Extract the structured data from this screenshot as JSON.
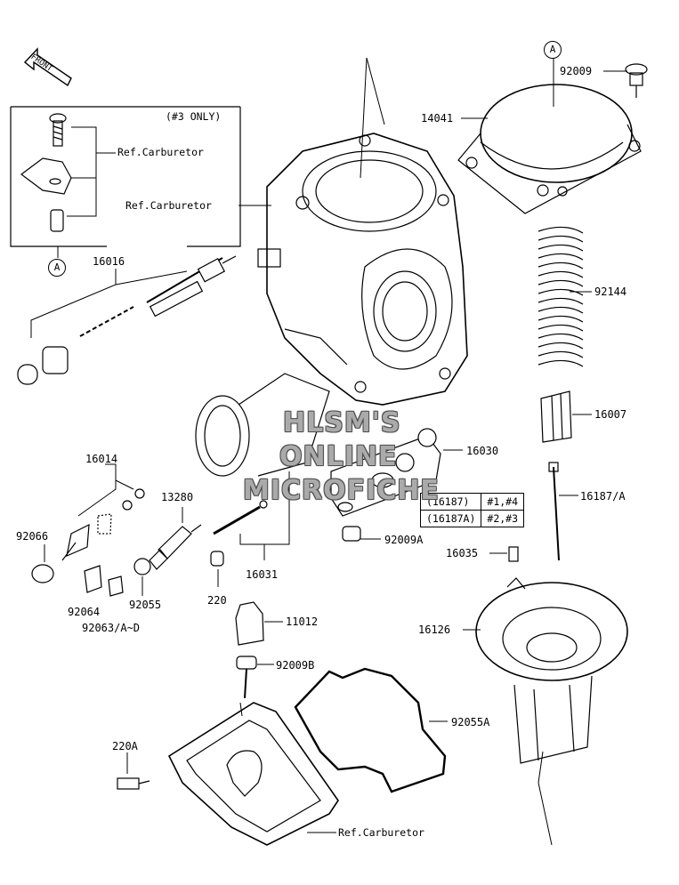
{
  "labels": {
    "front": "FRONT",
    "only3": "(#3 ONLY)",
    "ref_carb_1": "Ref.Carburetor",
    "ref_carb_2": "Ref.Carburetor",
    "ref_carb_3": "Ref.Carburetor",
    "circle_a_left": "A",
    "circle_a_right": "A",
    "p16016": "16016",
    "p16014": "16014",
    "p92066": "92066",
    "p13280": "13280",
    "p92064": "92064",
    "p92055": "92055",
    "p92063": "92063/A~D",
    "p220": "220",
    "p16031": "16031",
    "p16030": "16030",
    "p92009A": "92009A",
    "p92009": "92009",
    "p14041": "14041",
    "p92144": "92144",
    "p16007": "16007",
    "p16187A": "16187/A",
    "p16035": "16035",
    "p16126": "16126",
    "p11012": "11012",
    "p92009B": "92009B",
    "p92055A": "92055A",
    "p220A": "220A"
  },
  "needle_table": [
    {
      "part": "(16187)",
      "cyl": "#1,#4"
    },
    {
      "part": "(16187A)",
      "cyl": "#2,#3"
    }
  ],
  "watermark": [
    "HLSM'S",
    "ONLINE",
    "MICROFICHE"
  ]
}
